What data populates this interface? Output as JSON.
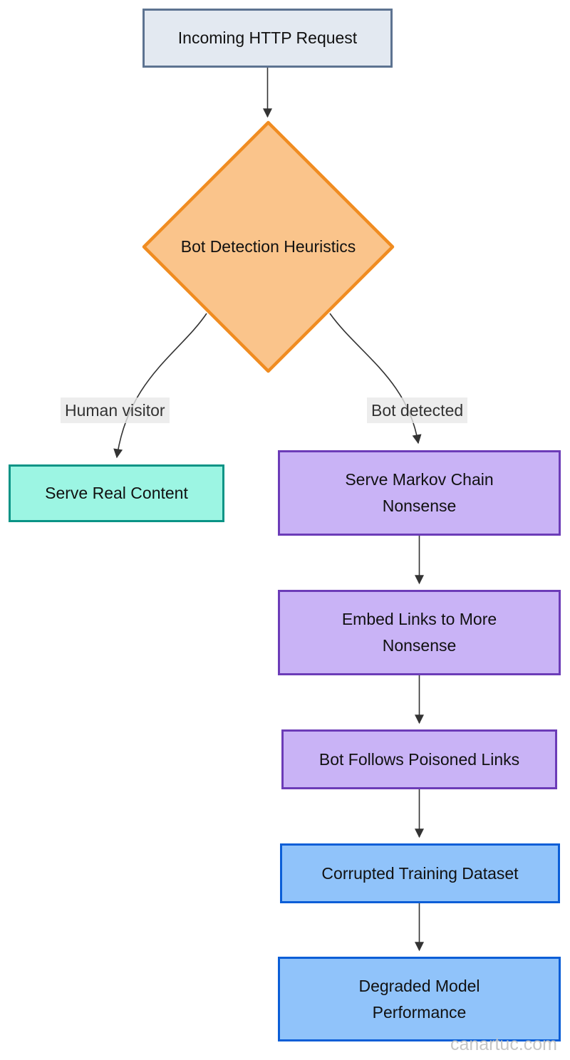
{
  "diagram": {
    "type": "flowchart",
    "direction": "top-down",
    "nodes": {
      "incoming": {
        "label": "Incoming HTTP Request",
        "shape": "rectangle",
        "fill": "#e3e9f1",
        "stroke": "#5d7391"
      },
      "decision": {
        "label": "Bot Detection Heuristics",
        "shape": "diamond",
        "fill": "#fac48b",
        "stroke": "#f08c21"
      },
      "serve_real": {
        "label": "Serve Real Content",
        "shape": "rectangle",
        "fill": "#9cf5e3",
        "stroke": "#0a9486"
      },
      "markov": {
        "label": "Serve Markov Chain Nonsense",
        "shape": "rectangle",
        "fill": "#c9b3f6",
        "stroke": "#6c3cb8"
      },
      "embed": {
        "label": "Embed Links to More Nonsense",
        "shape": "rectangle",
        "fill": "#c9b3f6",
        "stroke": "#6c3cb8"
      },
      "follows": {
        "label": "Bot Follows Poisoned Links",
        "shape": "rectangle",
        "fill": "#c9b3f6",
        "stroke": "#6c3cb8"
      },
      "corrupted": {
        "label": "Corrupted Training Dataset",
        "shape": "rectangle",
        "fill": "#90c3fa",
        "stroke": "#0b5ed7"
      },
      "degraded": {
        "label": "Degraded Model Performance",
        "shape": "rectangle",
        "fill": "#90c3fa",
        "stroke": "#0b5ed7"
      }
    },
    "edges": [
      {
        "from": "incoming",
        "to": "decision",
        "label": ""
      },
      {
        "from": "decision",
        "to": "serve_real",
        "label": "Human visitor"
      },
      {
        "from": "decision",
        "to": "markov",
        "label": "Bot detected"
      },
      {
        "from": "markov",
        "to": "embed",
        "label": ""
      },
      {
        "from": "embed",
        "to": "follows",
        "label": ""
      },
      {
        "from": "follows",
        "to": "corrupted",
        "label": ""
      },
      {
        "from": "corrupted",
        "to": "degraded",
        "label": ""
      }
    ],
    "edge_style": {
      "line_color": "#333333",
      "label_background": "#e8e8e8"
    }
  },
  "watermark": {
    "text": "canartuc.com"
  }
}
